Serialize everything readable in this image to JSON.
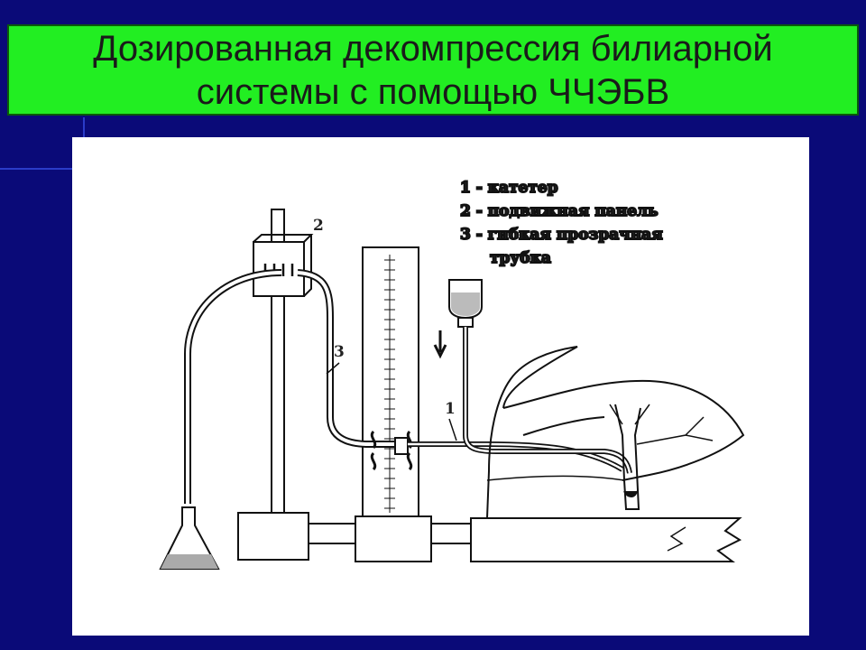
{
  "slide": {
    "title_line1": "Дозированная декомпрессия билиарной",
    "title_line2": "системы с помощью ЧЧЭБВ"
  },
  "diagram": {
    "legend": [
      "1 - катетер",
      "2 - подвижная панель",
      "3 - гибкая прозрачная",
      "трубка"
    ],
    "labels": {
      "catheter": "1",
      "panel": "2",
      "tube": "3"
    }
  },
  "colors": {
    "background": "#0a0a78",
    "title_bg": "#22ee22",
    "panel_bg": "#ffffff"
  }
}
